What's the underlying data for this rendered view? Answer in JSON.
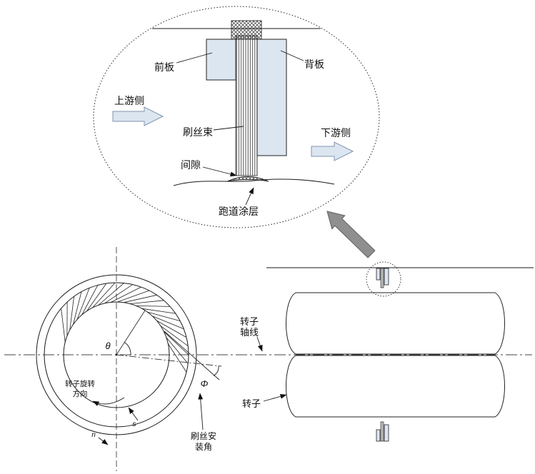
{
  "detail_view": {
    "front_plate_label": "前板",
    "back_plate_label": "背板",
    "upstream_label": "上游侧",
    "bristle_bundle_label": "刷丝束",
    "downstream_label": "下游侧",
    "clearance_label": "间隙",
    "runway_coating_label": "跑道涂层"
  },
  "front_view": {
    "theta_label": "θ",
    "phi_label": "Φ",
    "rotation_direction_line1": "转子旋转",
    "rotation_direction_line2": "方向",
    "s_label": "s",
    "n_label": "n",
    "install_angle_line1": "刷丝安",
    "install_angle_line2": "装角"
  },
  "side_view": {
    "rotor_axis_line1": "转子",
    "rotor_axis_line2": "轴线",
    "rotor_label": "转子"
  },
  "colors": {
    "plate_fill": "#dce6f1",
    "flow_arrow_fill": "#dce6f1",
    "gray_arrow_fill": "#8f8f8f",
    "line_color": "#1a1a1a"
  }
}
